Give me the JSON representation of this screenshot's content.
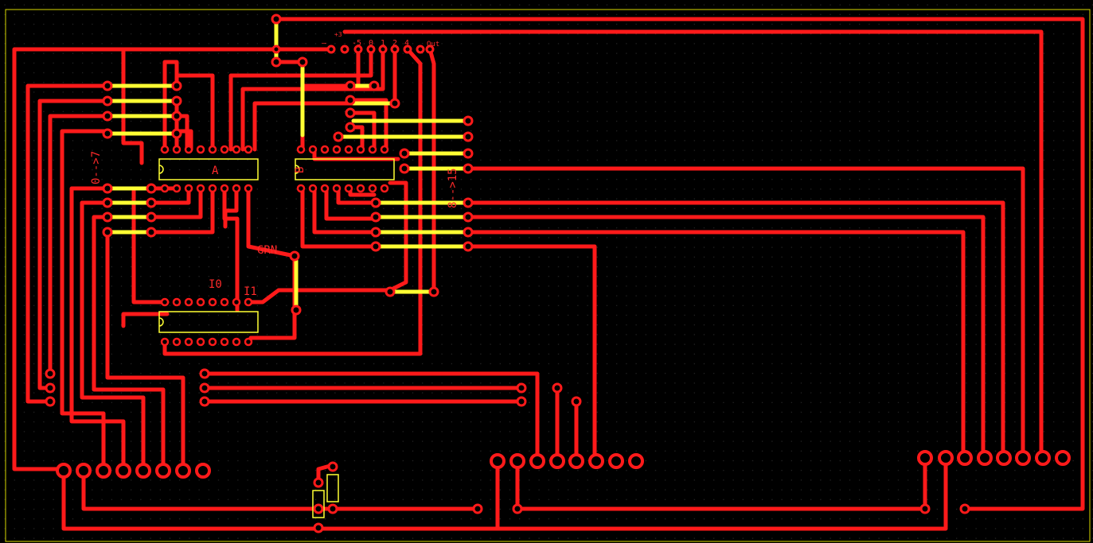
{
  "colors": {
    "background": "#000000",
    "trace": "#ff1a1a",
    "jumper": "#ffff33",
    "outline": "#ffff33",
    "grid": "#2a2a2a",
    "pad_hole": "#000000"
  },
  "labels": {
    "chip_a": "A",
    "chip_b": "B",
    "header_minus": "–",
    "header_plus": "+3",
    "header_n5": "-5",
    "header_0": "0",
    "header_1": "1",
    "header_2": "2",
    "header_4": "4",
    "header_out": "Out",
    "input_range": "0-->7",
    "output_range": "8-->15",
    "grn": "GRN",
    "i0": "I0",
    "i1": "I1"
  }
}
